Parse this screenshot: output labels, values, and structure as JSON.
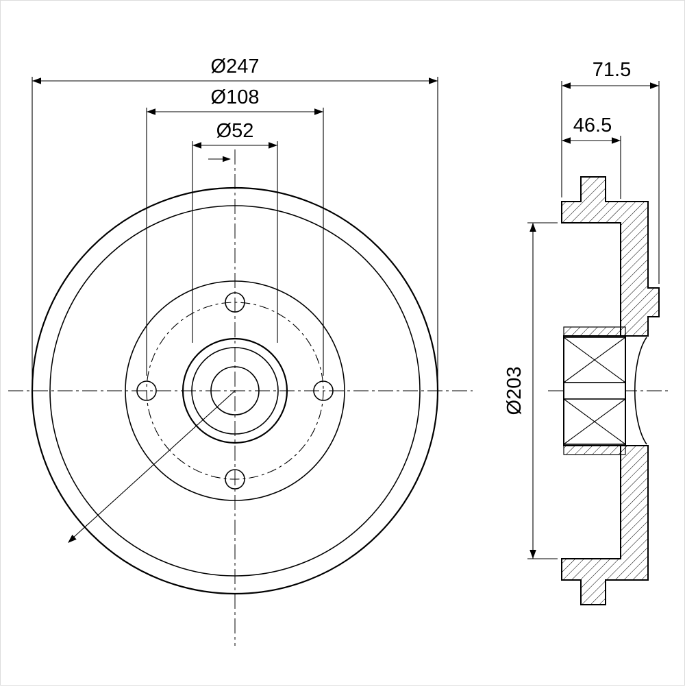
{
  "drawing": {
    "background": "#ffffff",
    "line_color": "#000000"
  },
  "front_view": {
    "dim_outer_diameter": "Ø247",
    "dim_bolt_circle": "Ø108",
    "dim_center_bore": "Ø52"
  },
  "section_view": {
    "dim_total_width": "71.5",
    "dim_inner_depth": "46.5",
    "dim_inner_diameter": "Ø203"
  }
}
